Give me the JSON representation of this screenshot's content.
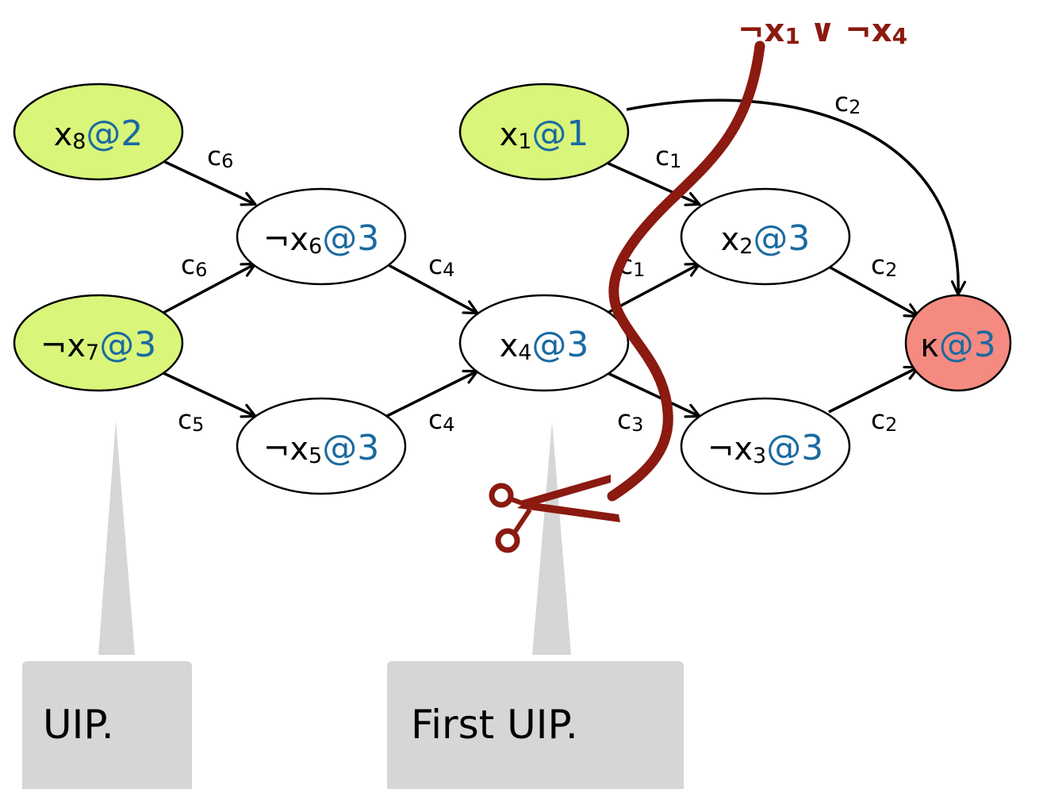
{
  "colors": {
    "decision_fill": "#d9f57a",
    "implied_fill": "#ffffff",
    "conflict_fill": "#f58a80",
    "level_text": "#1a6aa0",
    "cut": "#8b1a10",
    "callout_fill": "#d6d6d6",
    "stroke": "#000000"
  },
  "learned_clause": {
    "left": {
      "neg": "¬",
      "var": "x",
      "sub": "1"
    },
    "or": "∨",
    "right": {
      "neg": "¬",
      "var": "x",
      "sub": "4"
    }
  },
  "nodes": {
    "x8": {
      "prefix": "x",
      "sub": "8",
      "level": "@2",
      "kind": "decision"
    },
    "x1": {
      "prefix": "x",
      "sub": "1",
      "level": "@1",
      "kind": "decision"
    },
    "nx7": {
      "prefix": "¬x",
      "sub": "7",
      "level": "@3",
      "kind": "decision"
    },
    "nx6": {
      "prefix": "¬x",
      "sub": "6",
      "level": "@3",
      "kind": "implied"
    },
    "nx5": {
      "prefix": "¬x",
      "sub": "5",
      "level": "@3",
      "kind": "implied"
    },
    "x4": {
      "prefix": "x",
      "sub": "4",
      "level": "@3",
      "kind": "implied"
    },
    "x2": {
      "prefix": "x",
      "sub": "2",
      "level": "@3",
      "kind": "implied"
    },
    "nx3": {
      "prefix": "¬x",
      "sub": "3",
      "level": "@3",
      "kind": "implied"
    },
    "k": {
      "prefix": "κ",
      "sub": "",
      "level": "@3",
      "kind": "conflict"
    }
  },
  "edges": [
    {
      "from": "x8",
      "to": "nx6",
      "label": "c",
      "sub": "6"
    },
    {
      "from": "nx7",
      "to": "nx6",
      "label": "c",
      "sub": "6"
    },
    {
      "from": "nx7",
      "to": "nx5",
      "label": "c",
      "sub": "5"
    },
    {
      "from": "nx6",
      "to": "x4",
      "label": "c",
      "sub": "4"
    },
    {
      "from": "nx5",
      "to": "x4",
      "label": "c",
      "sub": "4"
    },
    {
      "from": "x1",
      "to": "x2",
      "label": "c",
      "sub": "1"
    },
    {
      "from": "x4",
      "to": "x2",
      "label": "c",
      "sub": "1"
    },
    {
      "from": "x4",
      "to": "nx3",
      "label": "c",
      "sub": "3"
    },
    {
      "from": "x1",
      "to": "k",
      "label": "c",
      "sub": "2"
    },
    {
      "from": "x2",
      "to": "k",
      "label": "c",
      "sub": "2"
    },
    {
      "from": "nx3",
      "to": "k",
      "label": "c",
      "sub": "2"
    }
  ],
  "callouts": {
    "uip": "UIP.",
    "first_uip": "First UIP."
  },
  "icons": {
    "scissors": "scissors-icon"
  }
}
